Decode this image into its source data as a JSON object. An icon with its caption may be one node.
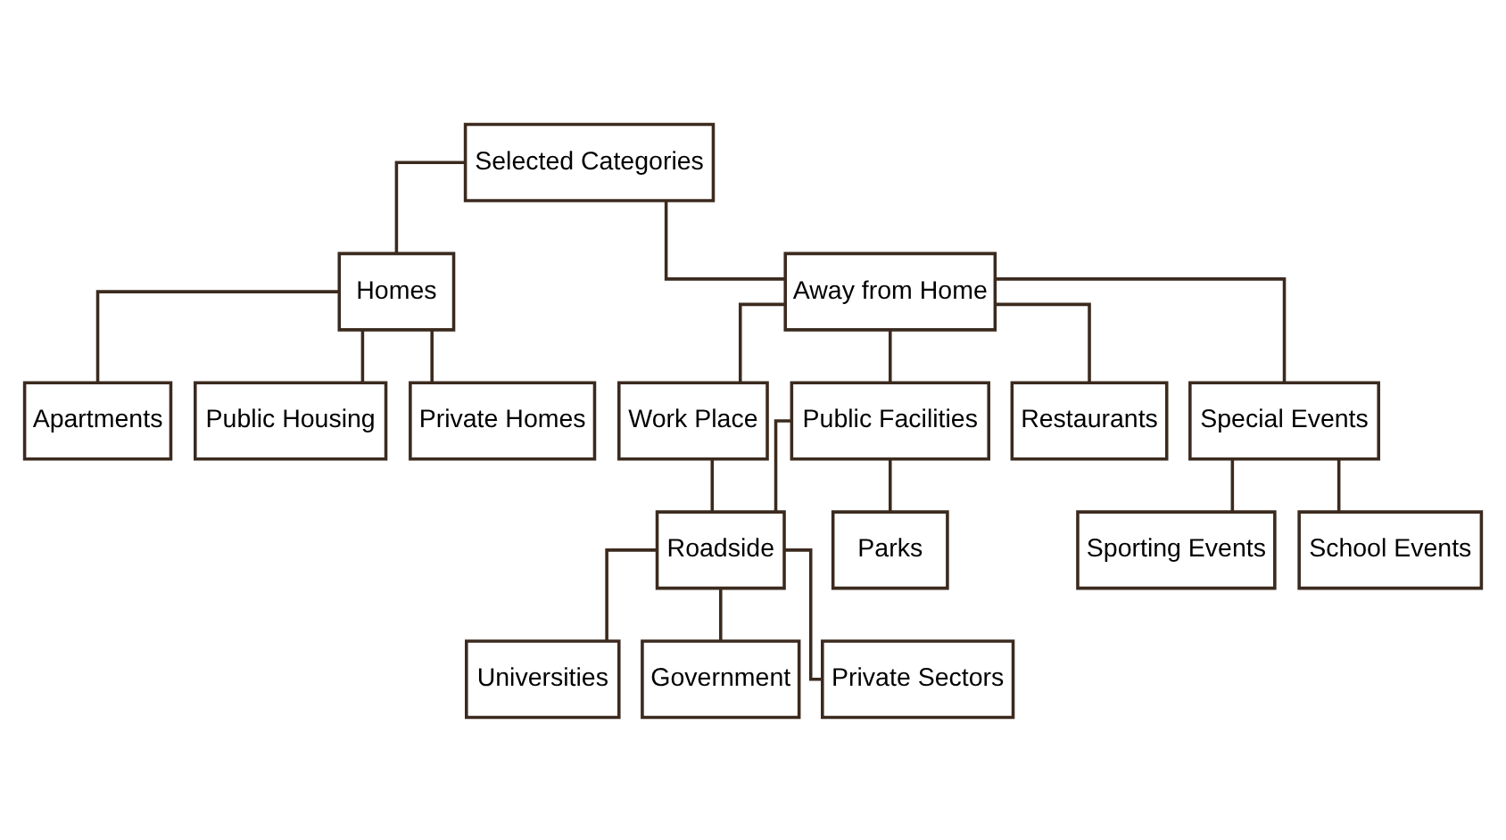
{
  "diagram": {
    "nodes": [
      {
        "text": [
          "Selected Categories"
        ]
      },
      {
        "text": [
          "Homes"
        ]
      },
      {
        "text": [
          "Away from Home"
        ]
      },
      {
        "text": [
          "Apartments"
        ]
      },
      {
        "text": [
          "Public Housing"
        ]
      },
      {
        "text": [
          "Private Homes"
        ]
      },
      {
        "text": [
          "Work Place"
        ]
      },
      {
        "text": [
          "Public Facilities"
        ]
      },
      {
        "text": [
          "Restaurants"
        ]
      },
      {
        "text": [
          "Special Events"
        ]
      },
      {
        "text": [
          "Roadside"
        ]
      },
      {
        "text": [
          "Parks"
        ]
      },
      {
        "text": [
          "Sporting Events"
        ]
      },
      {
        "text": [
          "School Events"
        ]
      },
      {
        "text": [
          "Universities"
        ]
      },
      {
        "text": [
          "Government"
        ]
      },
      {
        "text": [
          "Private Sectors"
        ]
      }
    ],
    "edges": [
      {
        "from": 0,
        "to": 1,
        "arrow": "none"
      },
      {
        "from": 0,
        "to": 2,
        "arrow": "none"
      },
      {
        "from": 1,
        "to": 3,
        "arrow": "none"
      },
      {
        "from": 1,
        "to": 4,
        "arrow": "none"
      },
      {
        "from": 1,
        "to": 5,
        "arrow": "none"
      },
      {
        "from": 2,
        "to": 6,
        "arrow": "none"
      },
      {
        "from": 2,
        "to": 7,
        "arrow": "none"
      },
      {
        "from": 2,
        "to": 8,
        "arrow": "none"
      },
      {
        "from": 2,
        "to": 9,
        "arrow": "none"
      },
      {
        "from": 6,
        "to": 10,
        "arrow": "none"
      },
      {
        "from": 7,
        "to": 10,
        "arrow": "none"
      },
      {
        "from": 7,
        "to": 11,
        "arrow": "none"
      },
      {
        "from": 9,
        "to": 12,
        "arrow": "none"
      },
      {
        "from": 9,
        "to": 13,
        "arrow": "none"
      },
      {
        "from": 10,
        "to": 14,
        "arrow": "none"
      },
      {
        "from": 10,
        "to": 15,
        "arrow": "none"
      },
      {
        "from": 10,
        "to": 16,
        "arrow": "none"
      }
    ]
  }
}
